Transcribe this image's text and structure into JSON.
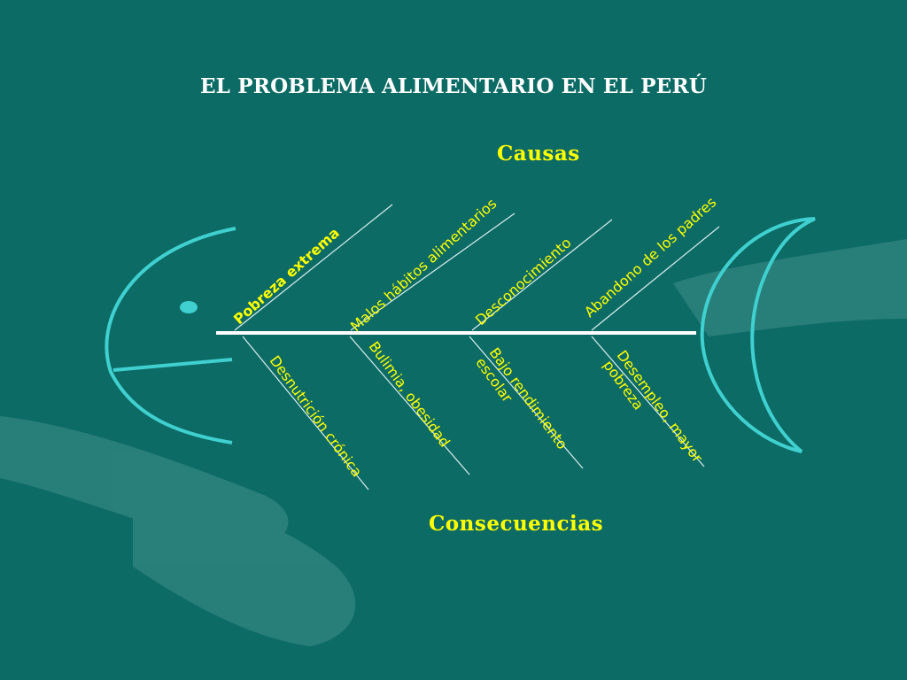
{
  "slide": {
    "title": "EL PROBLEMA ALIMENTARIO EN EL PERÚ",
    "causes_heading": "Causas",
    "consequences_heading": "Consecuencias"
  },
  "causes": [
    "Pobreza extrema",
    "Malos hábitos alimentarios",
    "Desconocimiento",
    "Abandono de los padres"
  ],
  "consequences": [
    "Desnutrición crónica",
    "Bulimia, obesidad",
    [
      "Bajo rendimiento",
      "escolar"
    ],
    [
      "Desempleo, mayor",
      "pobreza"
    ]
  ],
  "colors": {
    "background": "#0d6b66",
    "fish_outline": "#3fd0cf",
    "spine": "#ffffff",
    "bones": "#d8eeee",
    "text_accent": "#ffff00",
    "title": "#ffffff"
  }
}
